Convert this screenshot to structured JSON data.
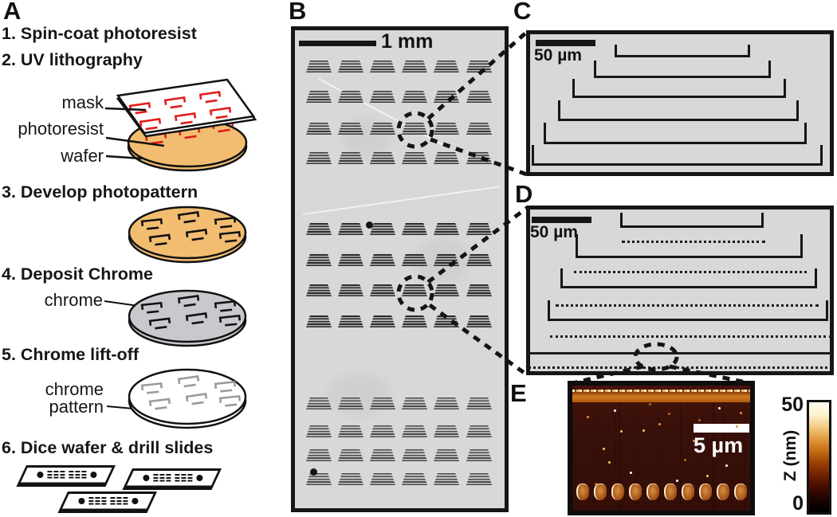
{
  "panelA": {
    "label": "A",
    "steps": [
      "1. Spin-coat photoresist",
      "2. UV lithography",
      "3. Develop photopattern",
      "4. Deposit Chrome",
      "5. Chrome lift-off",
      "6. Dice wafer & drill slides"
    ],
    "callouts": {
      "mask": "mask",
      "photoresist": "photoresist",
      "wafer": "wafer",
      "chrome": "chrome",
      "chrome_pattern_1": "chrome",
      "chrome_pattern_2": "pattern"
    },
    "colors": {
      "wafer_photoresist": "#f2bd71",
      "chrome": "#c9c9cd",
      "mask_pattern_red": "#e41b1b",
      "lifted_pattern_gray": "#9a9a9a"
    }
  },
  "panelB": {
    "label": "B",
    "scale_bar": "1 mm",
    "grid": {
      "col_x": [
        400,
        440,
        480,
        520,
        560,
        601
      ],
      "row_y": [
        84,
        122,
        162,
        199,
        288,
        327,
        365,
        404,
        507,
        542,
        572,
        602
      ]
    },
    "defect_dots": [
      [
        463,
        282,
        9
      ],
      [
        393,
        592,
        9
      ]
    ]
  },
  "panelC": {
    "label": "C",
    "scale_bar": "50 µm",
    "brackets": [
      [
        771,
        56,
        170,
        16
      ],
      [
        745,
        76,
        222,
        22
      ],
      [
        718,
        99,
        268,
        24
      ],
      [
        700,
        126,
        302,
        26
      ],
      [
        682,
        154,
        330,
        27
      ],
      [
        667,
        182,
        365,
        26
      ]
    ]
  },
  "panelD": {
    "label": "D",
    "scale_bar": "50 µm",
    "brackets": [
      [
        778,
        267,
        180,
        19
      ],
      [
        722,
        294,
        285,
        30
      ],
      [
        703,
        337,
        322,
        25
      ],
      [
        687,
        377,
        352,
        26
      ]
    ],
    "dotted_lines": [
      [
        780,
        302,
        180
      ],
      [
        720,
        340,
        292
      ],
      [
        697,
        382,
        330
      ],
      [
        690,
        421,
        353
      ],
      [
        663,
        460,
        381
      ]
    ],
    "solid_lines": [
      [
        662,
        442,
        384
      ]
    ]
  },
  "panelE": {
    "label": "E",
    "scale_bar": "5 µm",
    "colorbar": {
      "top_value": "50",
      "bottom_value": "0",
      "axis_label": "Z (nm)",
      "gradient": [
        "#000000",
        "#1c0300",
        "#430b00",
        "#6f2000",
        "#9a3f04",
        "#c46b14",
        "#e29a3e",
        "#f3cc85",
        "#fdf2d0",
        "#fffdf2"
      ]
    },
    "afm": {
      "specks": [
        [
          18,
          38
        ],
        [
          52,
          30
        ],
        [
          88,
          55
        ],
        [
          120,
          34
        ],
        [
          151,
          68
        ],
        [
          183,
          27
        ],
        [
          38,
          78
        ],
        [
          140,
          92
        ],
        [
          205,
          50
        ],
        [
          72,
          108
        ],
        [
          168,
          112
        ],
        [
          28,
          122
        ],
        [
          108,
          47
        ],
        [
          192,
          99
        ],
        [
          60,
          56
        ],
        [
          96,
          22
        ],
        [
          210,
          33
        ],
        [
          130,
          118
        ],
        [
          45,
          95
        ],
        [
          158,
          42
        ]
      ],
      "speck_colors": [
        "#e89040",
        "#ffffff",
        "#ffcc70",
        "#c06820"
      ],
      "bottom_dots_x": [
        13,
        35,
        57,
        79,
        101,
        123,
        145,
        167,
        189,
        211
      ]
    }
  },
  "connectors": {
    "circles": [
      [
        521,
        163,
        21
      ],
      [
        521,
        368,
        21
      ]
    ],
    "ellipses": [
      [
        823,
        448,
        26,
        16
      ]
    ],
    "lines": [
      [
        537,
        149,
        660,
        41
      ],
      [
        540,
        175,
        661,
        219
      ],
      [
        537,
        354,
        661,
        261
      ],
      [
        539,
        383,
        659,
        469
      ],
      [
        807,
        460,
        722,
        480
      ],
      [
        840,
        460,
        936,
        480
      ]
    ]
  }
}
